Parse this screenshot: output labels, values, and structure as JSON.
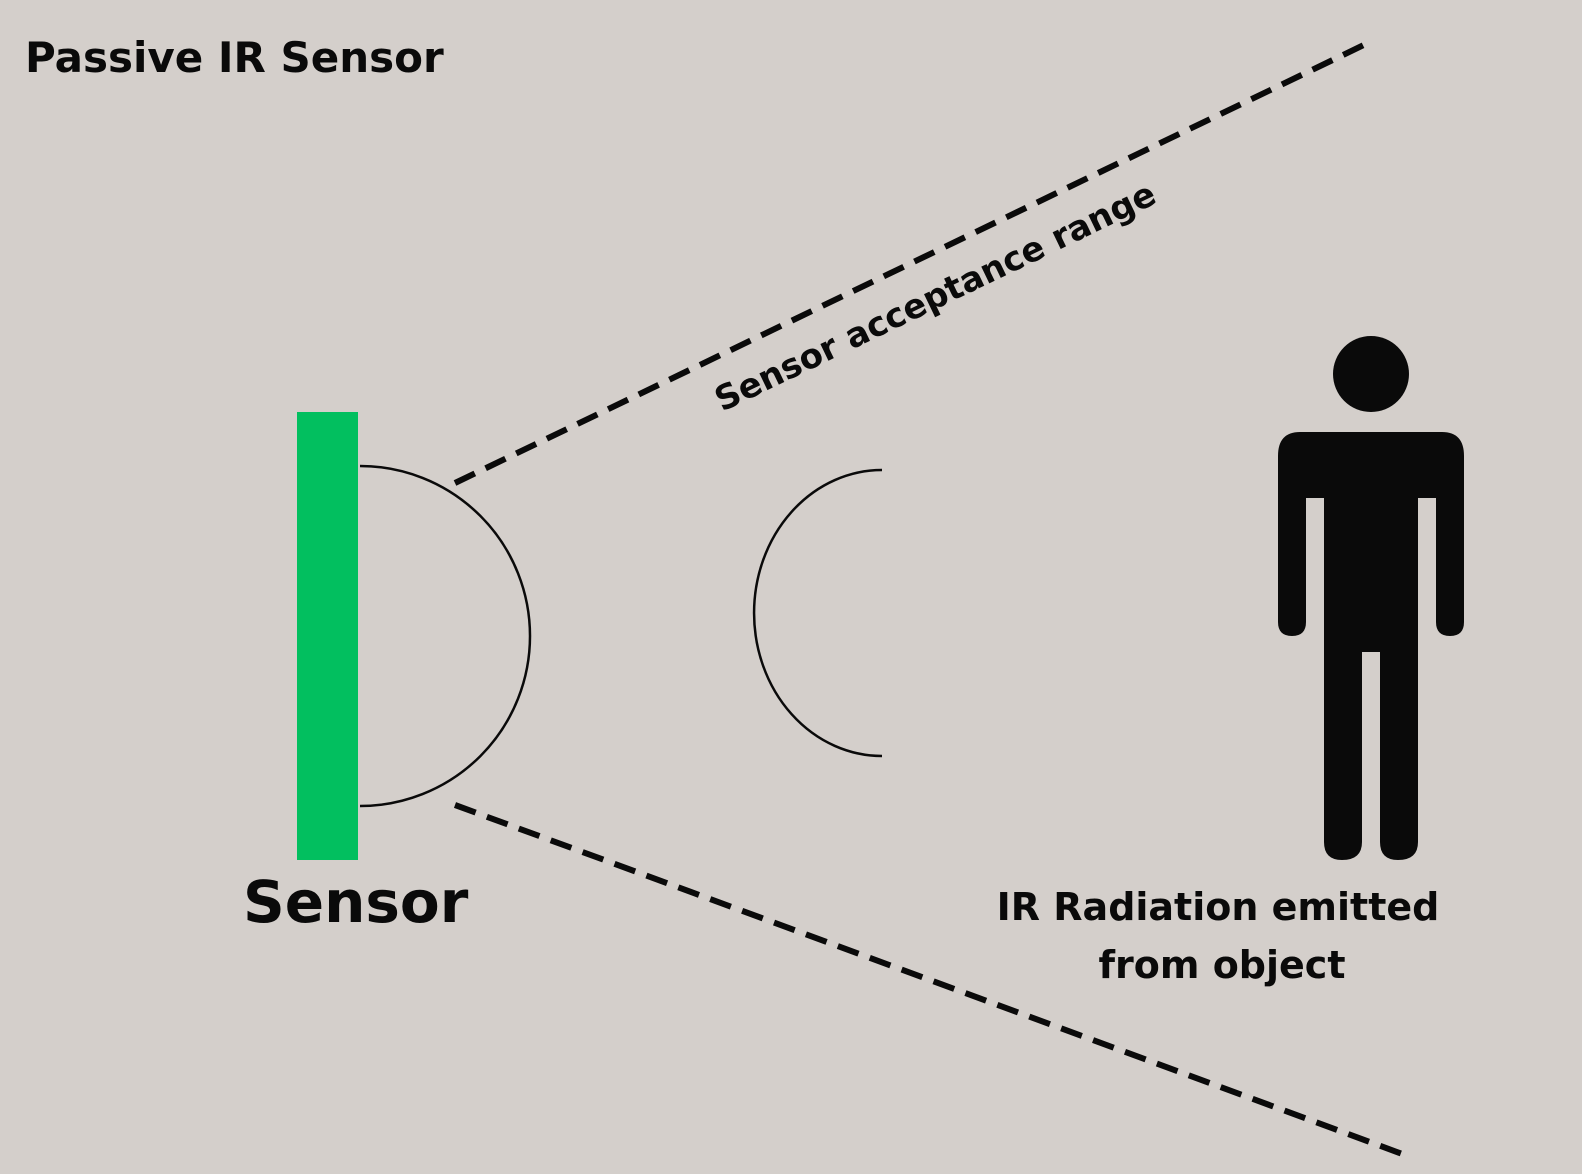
{
  "title": "Passive IR Sensor",
  "labels": {
    "sensor": "Sensor",
    "acceptance_range": "Sensor acceptance range",
    "radiation_line1": "IR Radiation emitted",
    "radiation_line2": "from object"
  },
  "colors": {
    "background": "#d4cfcb",
    "sensor": "#02bf5f",
    "ink": "#0a0a0a"
  }
}
